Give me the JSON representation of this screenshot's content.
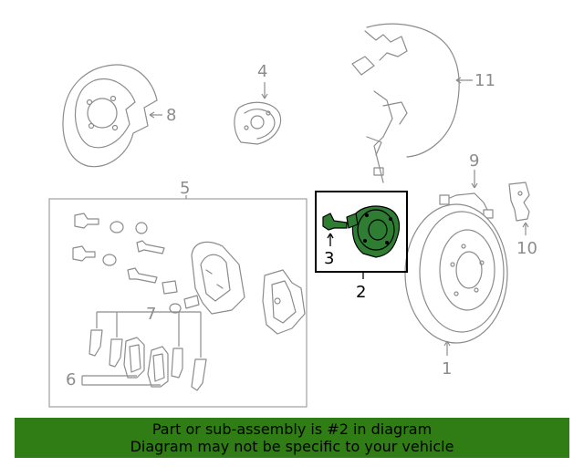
{
  "callouts": {
    "c1": "1",
    "c2": "2",
    "c3": "3",
    "c4": "4",
    "c5": "5",
    "c6": "6",
    "c7": "7",
    "c8": "8",
    "c9": "9",
    "c10": "10",
    "c11": "11"
  },
  "banner": {
    "line1": "Part or sub-assembly is #2 in diagram",
    "line2": "Diagram may not be specific to your vehicle"
  },
  "colors": {
    "highlight_part": "#2e7d32",
    "banner_background": "#2f7d14",
    "line_art": "#8c8c8c"
  }
}
